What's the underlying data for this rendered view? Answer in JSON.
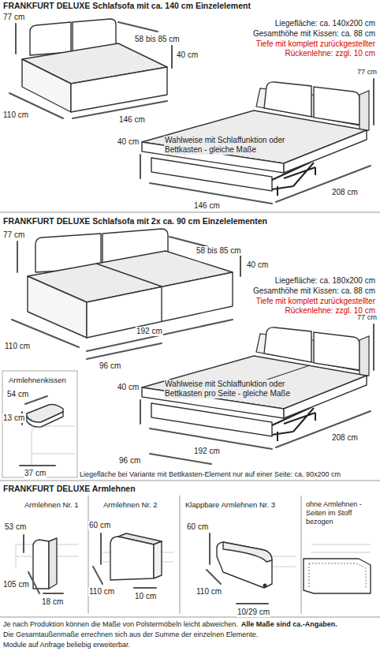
{
  "diagram": {
    "labels": [
      "FRANKFURT DELUXE Schlafsofa mit ca. 140 cm Einzelelement",
      "77 cm",
      "58 bis 85 cm",
      "40 cm",
      "Liegefläche: ca. 140x200 cm",
      "Gesamthöhe mit Kissen: ca. 88 cm",
      "Tiefe mit komplett zurückgestellter Rückenlehne: zzgl. 10 cm",
      "110 cm",
      "146 cm",
      "77 cm",
      "40 cm",
      "Wahlweise mit Schlaffunktion oder Bettkasten - gleiche Maße",
      "146 cm",
      "208 cm",
      "FRANKFURT DELUXE Schlafsofa mit 2x ca. 90 cm Einzelelementen",
      "77 cm",
      "58 bis 85 cm",
      "40 cm",
      "Liegefläche: ca. 180x200 cm",
      "Gesamthöhe mit Kissen: ca. 88 cm",
      "Tiefe mit komplett zurückgestellter Rückenlehne: zzgl. 10 cm",
      "110 cm",
      "192 cm",
      "96 cm",
      "77 cm",
      "Armlehnenkissen",
      "40 cm",
      "Wahlweise mit Schlaffunktion oder Bettkasten pro Seite - gleiche Maße",
      "54 cm",
      "13 cm",
      "208 cm",
      "192 cm",
      "96 cm",
      "37 cm",
      "Liegefläche bei Variante mit Bettkasten-Element nur auf einer Seite: ca. 90x200 cm",
      "FRANKFURT DELUXE Armlehnen",
      "Armlehnen Nr. 1",
      "Armlehnen Nr. 2",
      "Klappbare Armlehnen Nr. 3",
      "ohne Armlehnen - Seiten im Stoff bezogen",
      "53 cm",
      "60 cm",
      "60 cm",
      "105 cm",
      "110 cm",
      "110 cm",
      "18 cm",
      "10 cm",
      "10/29 cm",
      "Je nach Produktion können die Maße von Polstermöbeln leicht abweichen.",
      "Alle Maße sind ca.-Angaben.",
      "Die Gesamtaußenmaße errechnen sich aus der Summe der einzelnen Elemente.",
      "Module auf Anfrage beliebig erweiterbar."
    ]
  }
}
